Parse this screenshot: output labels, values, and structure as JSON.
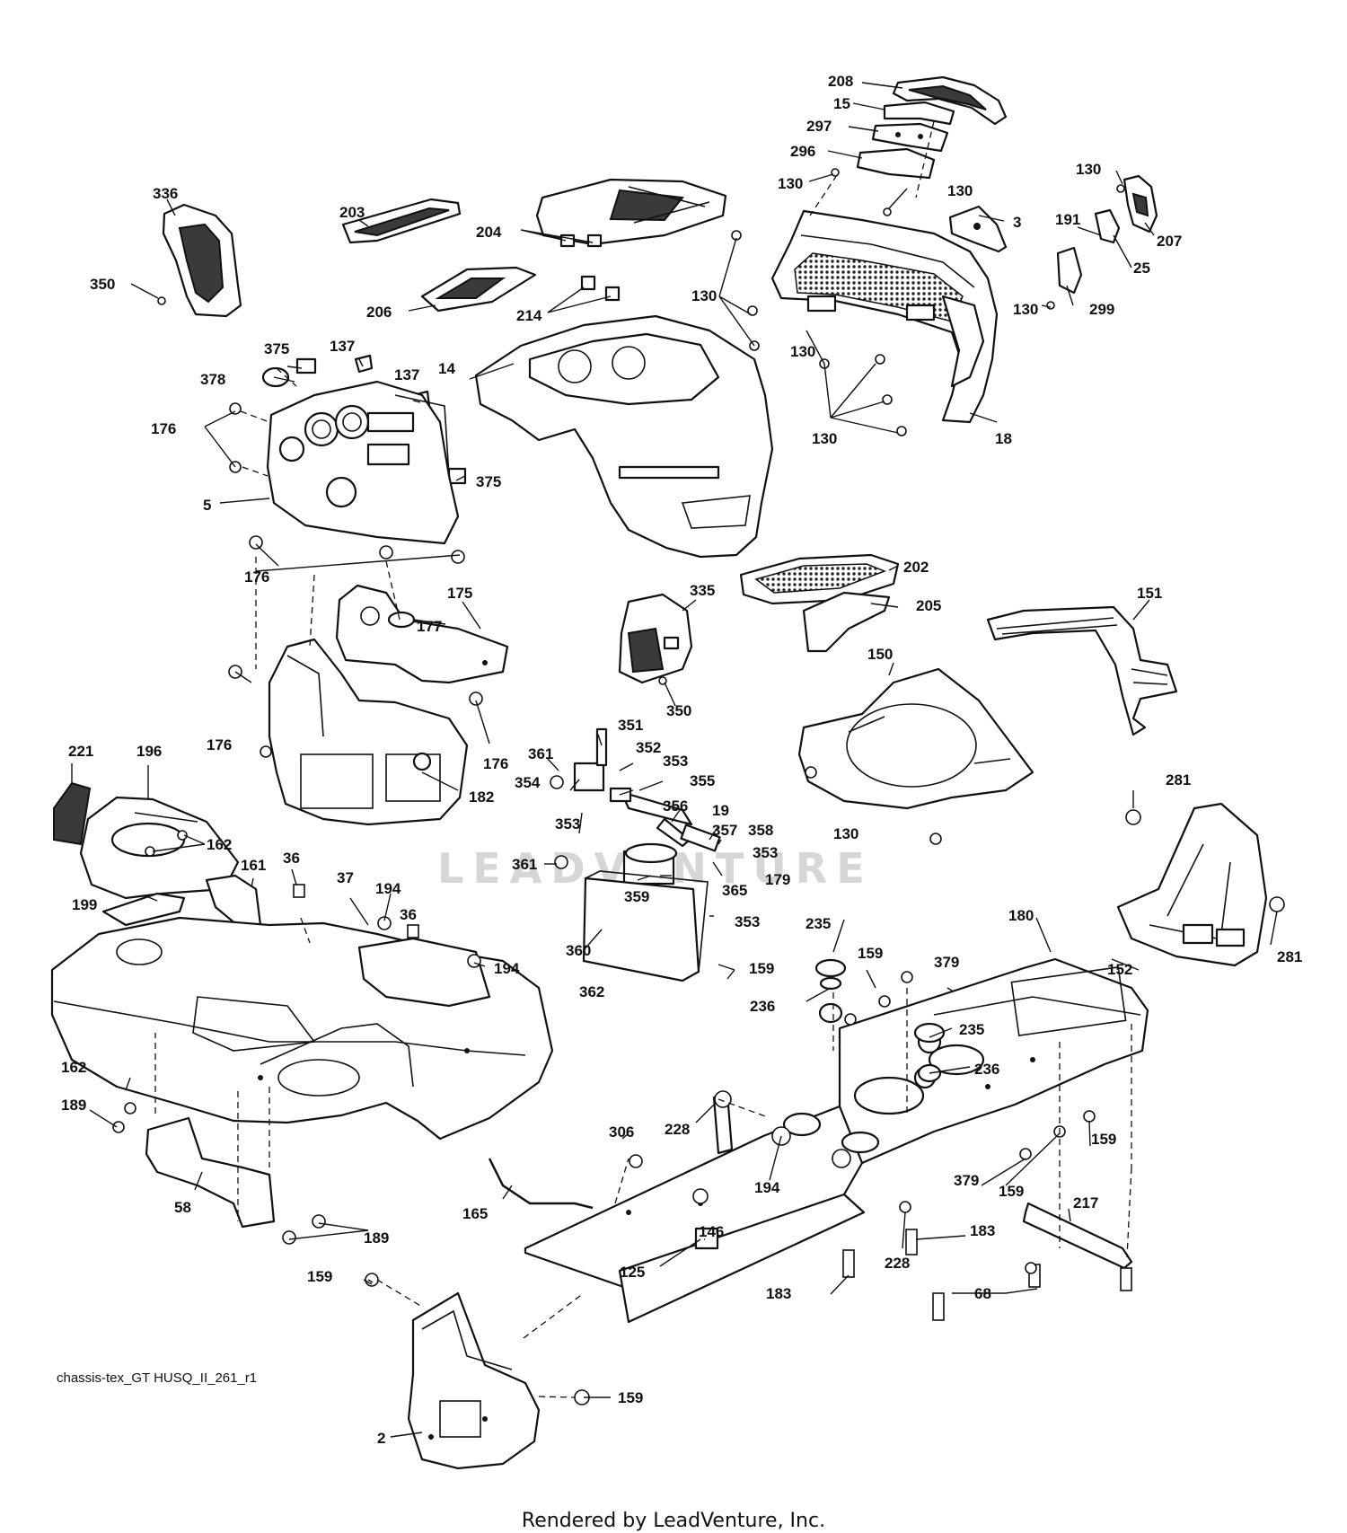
{
  "diagram": {
    "id_label": "chassis-tex_GT HUSQ_II_261_r1",
    "credit": "Rendered by LeadVenture, Inc.",
    "watermark": "LEADVENTURE",
    "callouts": [
      {
        "key": "c208",
        "text": "208"
      },
      {
        "key": "c15",
        "text": "15"
      },
      {
        "key": "c297",
        "text": "297"
      },
      {
        "key": "c296",
        "text": "296"
      },
      {
        "key": "c130a",
        "text": "130"
      },
      {
        "key": "c130b",
        "text": "130"
      },
      {
        "key": "c3",
        "text": "3"
      },
      {
        "key": "c130c",
        "text": "130"
      },
      {
        "key": "c191",
        "text": "191"
      },
      {
        "key": "c207",
        "text": "207"
      },
      {
        "key": "c25",
        "text": "25"
      },
      {
        "key": "c130d",
        "text": "130"
      },
      {
        "key": "c299",
        "text": "299"
      },
      {
        "key": "c336",
        "text": "336"
      },
      {
        "key": "c350a",
        "text": "350"
      },
      {
        "key": "c203",
        "text": "203"
      },
      {
        "key": "c204",
        "text": "204"
      },
      {
        "key": "c206",
        "text": "206"
      },
      {
        "key": "c214",
        "text": "214"
      },
      {
        "key": "c130e",
        "text": "130"
      },
      {
        "key": "c130f",
        "text": "130"
      },
      {
        "key": "c130g",
        "text": "130"
      },
      {
        "key": "c18",
        "text": "18"
      },
      {
        "key": "c375a",
        "text": "375"
      },
      {
        "key": "c137a",
        "text": "137"
      },
      {
        "key": "c137b",
        "text": "137"
      },
      {
        "key": "c378",
        "text": "378"
      },
      {
        "key": "c176a",
        "text": "176"
      },
      {
        "key": "c14",
        "text": "14"
      },
      {
        "key": "c375b",
        "text": "375"
      },
      {
        "key": "c5",
        "text": "5"
      },
      {
        "key": "c176b",
        "text": "176"
      },
      {
        "key": "c202",
        "text": "202"
      },
      {
        "key": "c175",
        "text": "175"
      },
      {
        "key": "c177",
        "text": "177"
      },
      {
        "key": "c335",
        "text": "335"
      },
      {
        "key": "c205",
        "text": "205"
      },
      {
        "key": "c151",
        "text": "151"
      },
      {
        "key": "c150",
        "text": "150"
      },
      {
        "key": "c350b",
        "text": "350"
      },
      {
        "key": "c176c",
        "text": "176"
      },
      {
        "key": "c176d",
        "text": "176"
      },
      {
        "key": "c182",
        "text": "182"
      },
      {
        "key": "c221",
        "text": "221"
      },
      {
        "key": "c196",
        "text": "196"
      },
      {
        "key": "c162a",
        "text": "162"
      },
      {
        "key": "c361a",
        "text": "361"
      },
      {
        "key": "c351",
        "text": "351"
      },
      {
        "key": "c352",
        "text": "352"
      },
      {
        "key": "c353a",
        "text": "353"
      },
      {
        "key": "c354",
        "text": "354"
      },
      {
        "key": "c355",
        "text": "355"
      },
      {
        "key": "c353b",
        "text": "353"
      },
      {
        "key": "c356",
        "text": "356"
      },
      {
        "key": "c19",
        "text": "19"
      },
      {
        "key": "c357",
        "text": "357"
      },
      {
        "key": "c358",
        "text": "358"
      },
      {
        "key": "c353c",
        "text": "353"
      },
      {
        "key": "c130h",
        "text": "130"
      },
      {
        "key": "c281a",
        "text": "281"
      },
      {
        "key": "c361b",
        "text": "361"
      },
      {
        "key": "c179",
        "text": "179"
      },
      {
        "key": "c359",
        "text": "359"
      },
      {
        "key": "c365",
        "text": "365"
      },
      {
        "key": "c36a",
        "text": "36"
      },
      {
        "key": "c37",
        "text": "37"
      },
      {
        "key": "c194a",
        "text": "194"
      },
      {
        "key": "c161",
        "text": "161"
      },
      {
        "key": "c36b",
        "text": "36"
      },
      {
        "key": "c199",
        "text": "199"
      },
      {
        "key": "c353d",
        "text": "353"
      },
      {
        "key": "c235a",
        "text": "235"
      },
      {
        "key": "c180",
        "text": "180"
      },
      {
        "key": "c360",
        "text": "360"
      },
      {
        "key": "c194b",
        "text": "194"
      },
      {
        "key": "c159a",
        "text": "159"
      },
      {
        "key": "c379a",
        "text": "379"
      },
      {
        "key": "c159b",
        "text": "159"
      },
      {
        "key": "c362",
        "text": "362"
      },
      {
        "key": "c152",
        "text": "152"
      },
      {
        "key": "c281b",
        "text": "281"
      },
      {
        "key": "c236a",
        "text": "236"
      },
      {
        "key": "c235b",
        "text": "235"
      },
      {
        "key": "c236b",
        "text": "236"
      },
      {
        "key": "c162b",
        "text": "162"
      },
      {
        "key": "c189a",
        "text": "189"
      },
      {
        "key": "c306",
        "text": "306"
      },
      {
        "key": "c228a",
        "text": "228"
      },
      {
        "key": "c159c",
        "text": "159"
      },
      {
        "key": "c194c",
        "text": "194"
      },
      {
        "key": "c379b",
        "text": "379"
      },
      {
        "key": "c159d",
        "text": "159"
      },
      {
        "key": "c58",
        "text": "58"
      },
      {
        "key": "c165",
        "text": "165"
      },
      {
        "key": "c146",
        "text": "146"
      },
      {
        "key": "c217",
        "text": "217"
      },
      {
        "key": "c189b",
        "text": "189"
      },
      {
        "key": "c183a",
        "text": "183"
      },
      {
        "key": "c228b",
        "text": "228"
      },
      {
        "key": "c125",
        "text": "125"
      },
      {
        "key": "c159e",
        "text": "159"
      },
      {
        "key": "c183b",
        "text": "183"
      },
      {
        "key": "c68",
        "text": "68"
      },
      {
        "key": "c159f",
        "text": "159"
      },
      {
        "key": "c2",
        "text": "2"
      }
    ]
  }
}
